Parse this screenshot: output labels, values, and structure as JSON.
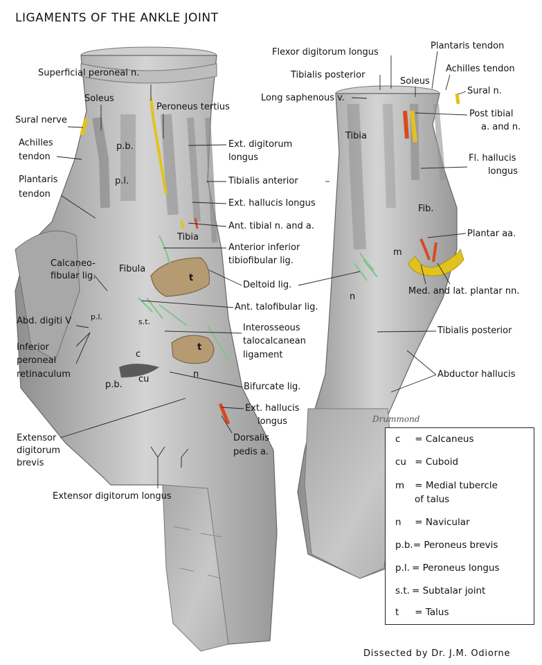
{
  "title": "LIGAMENTS OF THE ANKLE JOINT",
  "credit": "Dissected by Dr. J.M. Odiorne",
  "signature": "Drummond",
  "colors": {
    "nerve": "#e2c21e",
    "artery": "#d84a1c",
    "ligament": "#7fc48a",
    "bone": "#b59a72",
    "tissue": "#bdbdbd"
  },
  "left_labels": {
    "superficial_peroneal": "Superficial peroneal n.",
    "soleus": "Soleus",
    "sural_nerve": "Sural nerve",
    "peroneus_tertius": "Peroneus tertius",
    "achilles_1": "Achilles",
    "achilles_2": "tendon",
    "ext_dig_longus_1": "Ext. digitorum",
    "ext_dig_longus_2": "longus",
    "plantaris_1": "Plantaris",
    "plantaris_2": "tendon",
    "tibialis_anterior": "Tibialis anterior",
    "ext_hallucis": "Ext. hallucis longus",
    "ant_tibial": "Ant. tibial n. and a.",
    "ant_inf_tibio_1": "Anterior inferior",
    "ant_inf_tibio_2": "tibiofibular lig.",
    "calcaneo_1": "Calcaneo-",
    "calcaneo_2": "fibular lig.",
    "deltoid": "Deltoid lig.",
    "ant_talofibular": "Ant. talofibular lig.",
    "abd_digiti": "Abd. digiti V",
    "interosseous_1": "Interosseous",
    "interosseous_2": "talocalcanean",
    "interosseous_3": "ligament",
    "inf_peroneal_1": "Inferior",
    "inf_peroneal_2": "peroneal",
    "inf_peroneal_3": "retinaculum",
    "bifurcate": "Bifurcate lig.",
    "ext_hallucis_2_1": "Ext. hallucis",
    "ext_hallucis_2_2": "longus",
    "ext_dig_brevis_1": "Extensor",
    "ext_dig_brevis_2": "digitorum",
    "ext_dig_brevis_3": "brevis",
    "dorsalis_1": "Dorsalis",
    "dorsalis_2": "pedis a.",
    "ext_dig_longus_bottom": "Extensor digitorum longus"
  },
  "left_bones": {
    "pb_top": "p.b.",
    "pl_top": "p.l.",
    "tibia": "Tibia",
    "fibula": "Fibula",
    "t1": "t",
    "t2": "t",
    "pl_small": "p.l.",
    "st": "s.t.",
    "c": "c",
    "cu": "cu",
    "n": "n",
    "pb_low": "p.b."
  },
  "right_labels": {
    "flexor_dig": "Flexor digitorum longus",
    "plantaris": "Plantaris tendon",
    "tib_post_top": "Tibialis posterior",
    "achilles": "Achilles tendon",
    "soleus": "Soleus",
    "long_saphenous": "Long saphenous v.",
    "sural": "Sural n.",
    "post_tibial_1": "Post tibial",
    "post_tibial_2": "a. and n.",
    "fl_hallucis_1": "Fl. hallucis",
    "fl_hallucis_2": "longus",
    "plantar_aa": "Plantar aa.",
    "med_lat_plantar": "Med. and lat. plantar nn.",
    "tib_post_low": "Tibialis posterior",
    "abductor_hallucis": "Abductor hallucis"
  },
  "right_bones": {
    "tibia": "Tibia",
    "fib": "Fib.",
    "m": "m",
    "n": "n"
  },
  "legend": [
    {
      "abbr": "c",
      "desc": "= Calcaneus"
    },
    {
      "abbr": "cu",
      "desc": "= Cuboid"
    },
    {
      "abbr": "m",
      "desc": "= Medial tubercle"
    },
    {
      "abbr": "",
      "desc": "of talus"
    },
    {
      "abbr": "n",
      "desc": "= Navicular"
    },
    {
      "abbr": "p.b.",
      "desc": "= Peroneus brevis"
    },
    {
      "abbr": "p.l.",
      "desc": "= Peroneus longus"
    },
    {
      "abbr": "s.t.",
      "desc": "= Subtalar joint"
    },
    {
      "abbr": "t",
      "desc": "= Talus"
    }
  ]
}
